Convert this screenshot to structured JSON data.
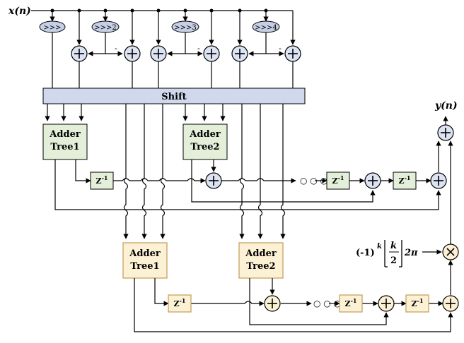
{
  "labels": {
    "input": "x(n)",
    "output": "y(n)",
    "shift": "Shift",
    "ellipsis": "○ ○ ○",
    "delay": "Z-1",
    "formula_left": "(-1)",
    "formula_exp": "k",
    "formula_num": "k",
    "formula_den": "2",
    "formula_right": "2π"
  },
  "shift_ops": [
    ">>>",
    ">>>2",
    ">>>3",
    ">>>4"
  ],
  "adder_trees_top": [
    "Adder Tree1",
    "Adder Tree2"
  ],
  "adder_trees_bottom": [
    "Adder Tree1",
    "Adder Tree2"
  ],
  "colors": {
    "stroke": "#000000",
    "shift_bar": "#cfd8ec",
    "ellipse_fill": "#c5cfe6",
    "adder_fill": "#dce3f2",
    "green_box": "#e3efd9",
    "yellow_box": "#fdf1d5",
    "yellow_box_border": "#c29d55"
  }
}
